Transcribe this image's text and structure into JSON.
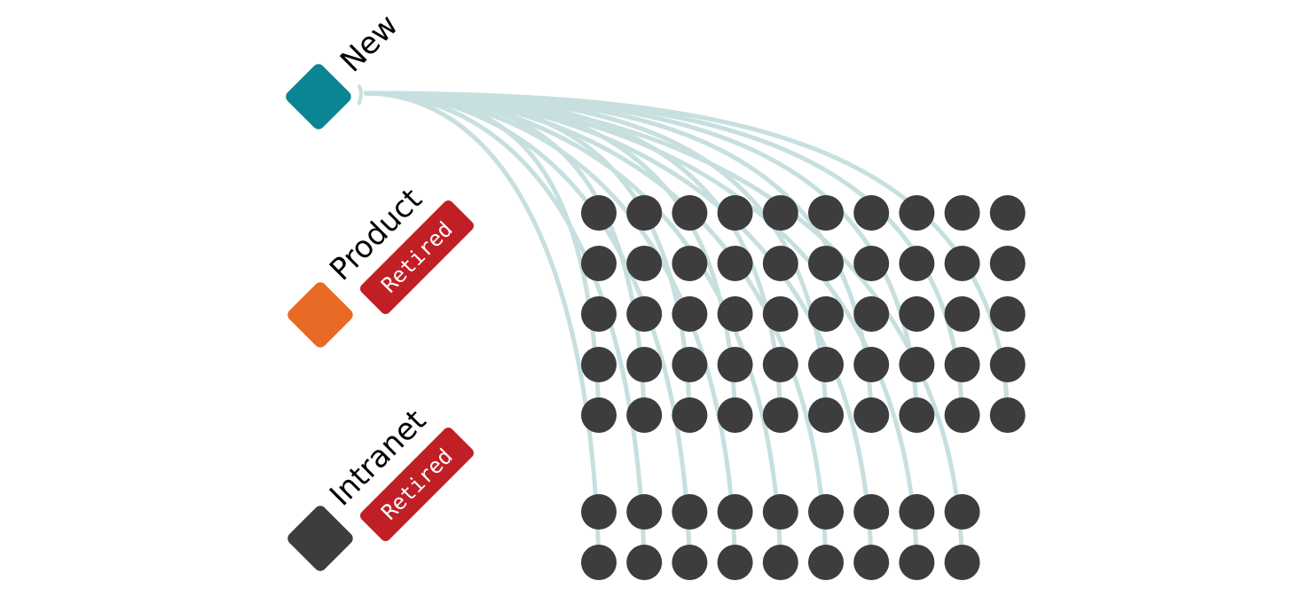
{
  "colors": {
    "new": "#0b8494",
    "product": "#e96a24",
    "intranet": "#3d3d3d",
    "retired_tag": "#c11f26",
    "link": "#c7dfdf",
    "dot": "#3d3d3d"
  },
  "systems": [
    {
      "id": "new",
      "label": "New",
      "retired": false
    },
    {
      "id": "product",
      "label": "Product",
      "retired": true,
      "tag": "Retired"
    },
    {
      "id": "intranet",
      "label": "Intranet",
      "retired": true,
      "tag": "Retired"
    }
  ],
  "groups": [
    {
      "name": "upper",
      "rows": 5,
      "cols": 10,
      "connected_to": "new"
    },
    {
      "name": "lower",
      "rows": 2,
      "cols": 9,
      "connected_to": "new"
    }
  ]
}
